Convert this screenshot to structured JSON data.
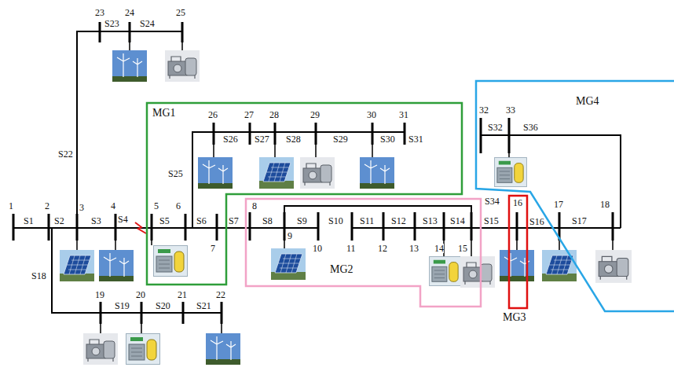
{
  "diagram": {
    "nodes": [
      {
        "text": [
          "MG1"
        ]
      },
      {
        "text": [
          "MG2"
        ]
      },
      {
        "text": [
          "MG3"
        ]
      },
      {
        "text": [
          "MG4"
        ]
      }
    ],
    "labels": [
      "23",
      "24",
      "25",
      "S23",
      "S24",
      "S22",
      "26",
      "27",
      "28",
      "29",
      "30",
      "31",
      "S26",
      "S27",
      "S28",
      "S29",
      "S30",
      "S31",
      "S25",
      "32",
      "33",
      "S32",
      "S36",
      "1",
      "2",
      "3",
      "4",
      "5",
      "6",
      "S1",
      "S2",
      "S3",
      "S4",
      "S5",
      "S6",
      "7",
      "S7",
      "8",
      "9",
      "10",
      "S8",
      "S9",
      "S10",
      "11",
      "S11",
      "12",
      "S12",
      "13",
      "S13",
      "14",
      "S14",
      "15",
      "S34",
      "S15",
      "16",
      "S16",
      "17",
      "S17",
      "18",
      "S18",
      "19",
      "20",
      "21",
      "22",
      "S19",
      "S20",
      "S21"
    ]
  }
}
